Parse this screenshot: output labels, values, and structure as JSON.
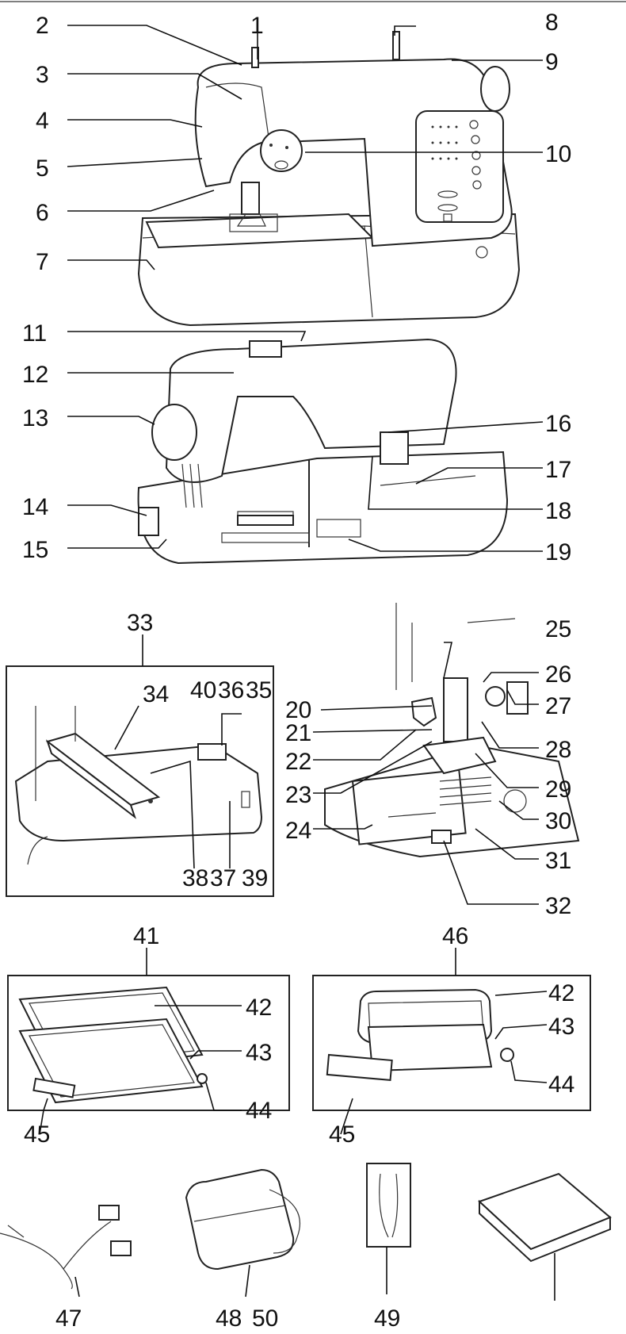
{
  "labels": {
    "l1": "1",
    "l2": "2",
    "l3": "3",
    "l4": "4",
    "l5": "5",
    "l6": "6",
    "l7": "7",
    "l8": "8",
    "l9": "9",
    "l10": "10",
    "l11": "11",
    "l12": "12",
    "l13": "13",
    "l14": "14",
    "l15": "15",
    "l16": "16",
    "l17": "17",
    "l18": "18",
    "l19": "19",
    "l20": "20",
    "l21": "21",
    "l22": "22",
    "l23": "23",
    "l24": "24",
    "l25": "25",
    "l26": "26",
    "l27": "27",
    "l28": "28",
    "l29": "29",
    "l30": "30",
    "l31": "31",
    "l32": "32",
    "l33": "33",
    "l34": "34",
    "l35": "35",
    "l36": "36",
    "l37": "37",
    "l38": "38",
    "l39": "39",
    "l40": "40",
    "l41": "41",
    "l42a": "42",
    "l43a": "43",
    "l44a": "44",
    "l45a": "45",
    "l46": "46",
    "l42b": "42",
    "l43b": "43",
    "l44b": "44",
    "l45b": "45",
    "l47": "47",
    "l48": "48",
    "l49": "49",
    "l50": "50"
  }
}
